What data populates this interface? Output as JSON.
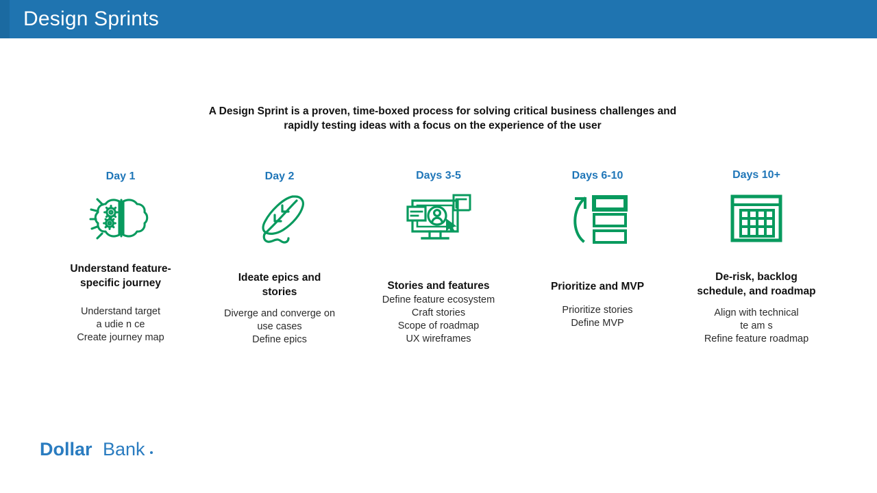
{
  "header": {
    "title": "Design Sprints",
    "bar_color": "#1F74B0",
    "accent_color": "#1B6AA1",
    "title_color": "#FFFFFF"
  },
  "theme": {
    "blue": "#1F76B8",
    "green": "#089A5E",
    "text": "#111111",
    "body_text": "#2B2B2B",
    "background": "#FFFFFF"
  },
  "subtitle": {
    "line1": "A Design Sprint is a proven, time-boxed process for solving critical business challenges and",
    "line2": "rapidly testing ideas with a focus on the experience of the user"
  },
  "columns": [
    {
      "day": "Day 1",
      "icon": "brain-gears-icon",
      "heading_line1": "Understand feature-",
      "heading_line2": "specific journey",
      "bullets": [
        "Understand target",
        "a udie n ce",
        "Create journey map"
      ]
    },
    {
      "day": "Day 2",
      "icon": "feather-quill-icon",
      "heading_line1": "Ideate epics and",
      "heading_line2": "stories",
      "bullets": [
        "Diverge and converge on",
        "use cases",
        "Define epics"
      ]
    },
    {
      "day": "Days 3-5",
      "icon": "monitor-user-cursor-icon",
      "heading_line1": "Stories and features",
      "heading_line2": "",
      "bullets": [
        "Define feature ecosystem",
        "Craft stories",
        "Scope of roadmap",
        "UX wireframes"
      ]
    },
    {
      "day": "Days 6-10",
      "icon": "prioritize-list-arrow-icon",
      "heading_line1": "Prioritize and MVP",
      "heading_line2": "",
      "bullets": [
        "Prioritize stories",
        "Define MVP"
      ]
    },
    {
      "day": "Days 10+",
      "icon": "calendar-grid-icon",
      "heading_line1": "De-risk, backlog",
      "heading_line2": "schedule, and roadmap",
      "bullets": [
        "Align with technical",
        "te am s",
        "Refine feature roadmap"
      ]
    }
  ],
  "logo": {
    "word_bold": "Dollar",
    "word_light": "Bank",
    "registered_mark": "·",
    "color": "#2A7CC0"
  }
}
